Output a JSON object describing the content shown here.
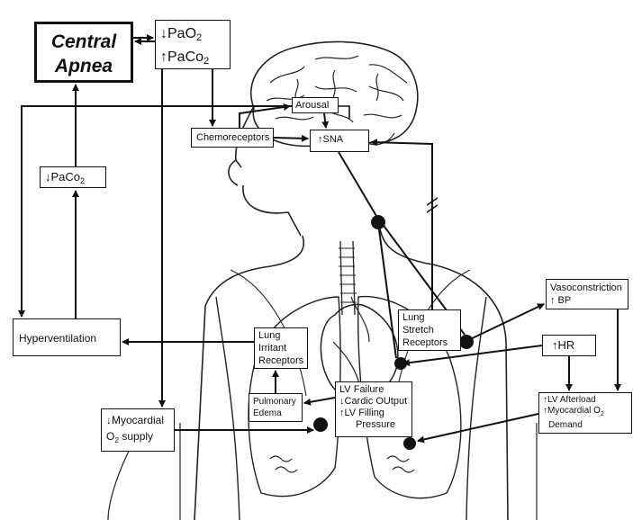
{
  "diagram": {
    "central_apnea": {
      "line1": "Central",
      "line2": "Apnea"
    },
    "blood_gas_box": {
      "line1": "↓PaO",
      "sub1": "2",
      "line2": "↑PaCo",
      "sub2": "2"
    },
    "low_paco2_box": {
      "text": "↓PaCo",
      "sub": "2"
    },
    "arousal_box": {
      "text": "Arousal"
    },
    "chemoreceptors_box": {
      "text": "Chemoreceptors"
    },
    "sna_box": {
      "text": "↑SNA"
    },
    "hyperventilation_box": {
      "text": "Hyperventilation"
    },
    "lung_irritant_box": {
      "line1": "Lung",
      "line2": "Irritant",
      "line3": "Receptors"
    },
    "lung_stretch_box": {
      "line1": "Lung",
      "line2": "Stretch",
      "line3": "Receptors"
    },
    "pulmonary_edema_box": {
      "line1": "Pulmonary",
      "line2": "Edema"
    },
    "lv_failure_box": {
      "line1": "LV Failure",
      "line2": "↓Cardic OUtput",
      "line3": "↑LV Filling",
      "line4": "Pressure"
    },
    "myocardial_supply_box": {
      "line1": "↓Myocardial",
      "line2": "O",
      "line2_sub": "2",
      "line2_rest": " supply"
    },
    "vasoconstriction_box": {
      "line1": "Vasoconstriction",
      "line2": "↑ BP"
    },
    "hr_box": {
      "text": "↑HR"
    },
    "lv_afterload_box": {
      "line1": "↑LV Afterload",
      "line2": "↑Myocardial O",
      "line2_sub": "2",
      "line3": "Demand"
    }
  },
  "colors": {
    "line": "#111111",
    "background": "#ffffff",
    "anatomy": "#222222"
  }
}
